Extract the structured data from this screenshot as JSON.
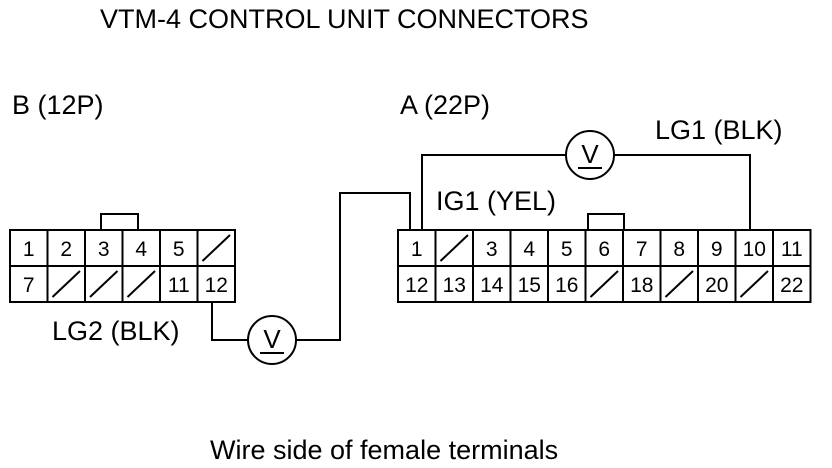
{
  "title": "VTM-4 CONTROL UNIT CONNECTORS",
  "caption": "Wire side of female terminals",
  "connector_b": {
    "label": "B (12P)",
    "top_row": [
      "1",
      "2",
      "3",
      "4",
      "5",
      ""
    ],
    "bottom_row": [
      "7",
      "",
      "",
      "",
      "11",
      "12"
    ],
    "empty_top": [
      5
    ],
    "empty_bottom": [
      1,
      2,
      3
    ]
  },
  "connector_a": {
    "label": "A (22P)",
    "top_row": [
      "1",
      "",
      "3",
      "4",
      "5",
      "6",
      "7",
      "8",
      "9",
      "10",
      "11"
    ],
    "bottom_row": [
      "12",
      "13",
      "14",
      "15",
      "16",
      "",
      "18",
      "",
      "20",
      "",
      "22"
    ],
    "empty_top": [
      1
    ],
    "empty_bottom": [
      5,
      7,
      9
    ]
  },
  "wires": {
    "lg1": "LG1 (BLK)",
    "ig1": "IG1 (YEL)",
    "lg2": "LG2 (BLK)"
  },
  "meters": [
    {
      "name": "voltmeter",
      "symbol": "V"
    },
    {
      "name": "voltmeter",
      "symbol": "V"
    }
  ]
}
